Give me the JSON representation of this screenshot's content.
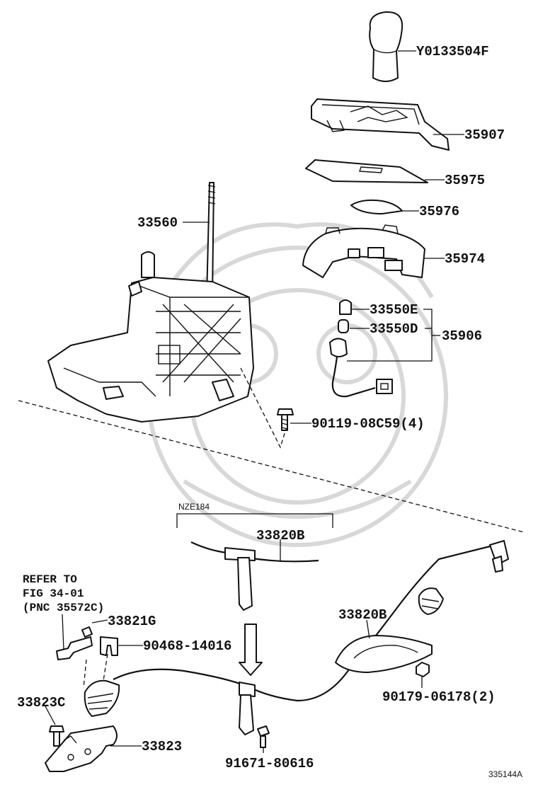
{
  "parts": {
    "shift_knob": "Y0133504F",
    "cover_35907": "35907",
    "plate_35975": "35975",
    "plate_35976": "35976",
    "housing_35974": "35974",
    "bulb_e": "33550E",
    "bulb_d": "33550D",
    "socket_assy": "35906",
    "lever_assy": "33560",
    "bolt_a": "90119-08C59(4)",
    "cable_nze": "33820B",
    "cable_main": "33820B",
    "clip_g": "33821G",
    "clip_90468": "90468-14016",
    "bolt_c": "33823C",
    "bracket": "33823",
    "bolt_b": "91671-80616",
    "nut": "90179-06178(2)"
  },
  "notes": {
    "variant": "NZE184",
    "refer_line1": "REFER TO",
    "refer_line2": "FIG 34-01",
    "refer_line3": "(PNC 35572C)"
  },
  "illustration_id": "335144A"
}
